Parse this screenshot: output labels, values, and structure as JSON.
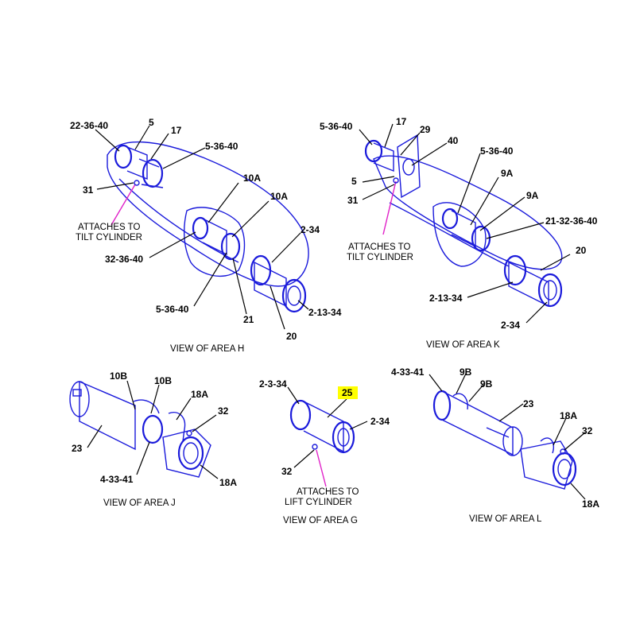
{
  "callouts": {
    "h_22_36_40": "22-36-40",
    "h_5": "5",
    "h_17": "17",
    "h_5_36_40": "5-36-40",
    "h_31": "31",
    "h_10a_1": "10A",
    "h_10a_2": "10A",
    "h_2_34": "2-34",
    "h_32_36_40": "32-36-40",
    "h_5_36_40_b": "5-36-40",
    "h_21": "21",
    "h_2_13_34": "2-13-34",
    "h_20": "20",
    "k_5_36_40": "5-36-40",
    "k_17": "17",
    "k_29": "29",
    "k_40": "40",
    "k_5_36_40_b": "5-36-40",
    "k_5": "5",
    "k_31": "31",
    "k_9a_1": "9A",
    "k_9a_2": "9A",
    "k_21_32_36_40": "21-32-36-40",
    "k_20": "20",
    "k_2_13_34": "2-13-34",
    "k_2_34": "2-34",
    "j_10b_1": "10B",
    "j_10b_2": "10B",
    "j_18a_1": "18A",
    "j_32": "32",
    "j_23": "23",
    "j_4_33_41": "4-33-41",
    "j_18a_2": "18A",
    "g_2_3_34": "2-3-34",
    "g_25": "25",
    "g_2_34": "2-34",
    "g_32": "32",
    "l_4_33_41": "4-33-41",
    "l_9b_1": "9B",
    "l_9b_2": "9B",
    "l_23": "23",
    "l_18a_1": "18A",
    "l_32": "32",
    "l_18a_2": "18A"
  },
  "notes": {
    "h_attach_line1": "ATTACHES TO",
    "h_attach_line2": "TILT CYLINDER",
    "k_attach_line1": "ATTACHES TO",
    "k_attach_line2": "TILT CYLINDER",
    "g_attach_line1": "ATTACHES TO",
    "g_attach_line2": "LIFT CYLINDER"
  },
  "captions": {
    "view_h": "VIEW OF AREA H",
    "view_k": "VIEW OF AREA K",
    "view_j": "VIEW OF AREA J",
    "view_g": "VIEW OF AREA G",
    "view_l": "VIEW OF AREA L"
  },
  "colors": {
    "linework": "#1a1adb",
    "leader": "#000000",
    "note_leader": "#e020c8",
    "highlight": "#ffff00"
  },
  "highlighted_callout": "25"
}
